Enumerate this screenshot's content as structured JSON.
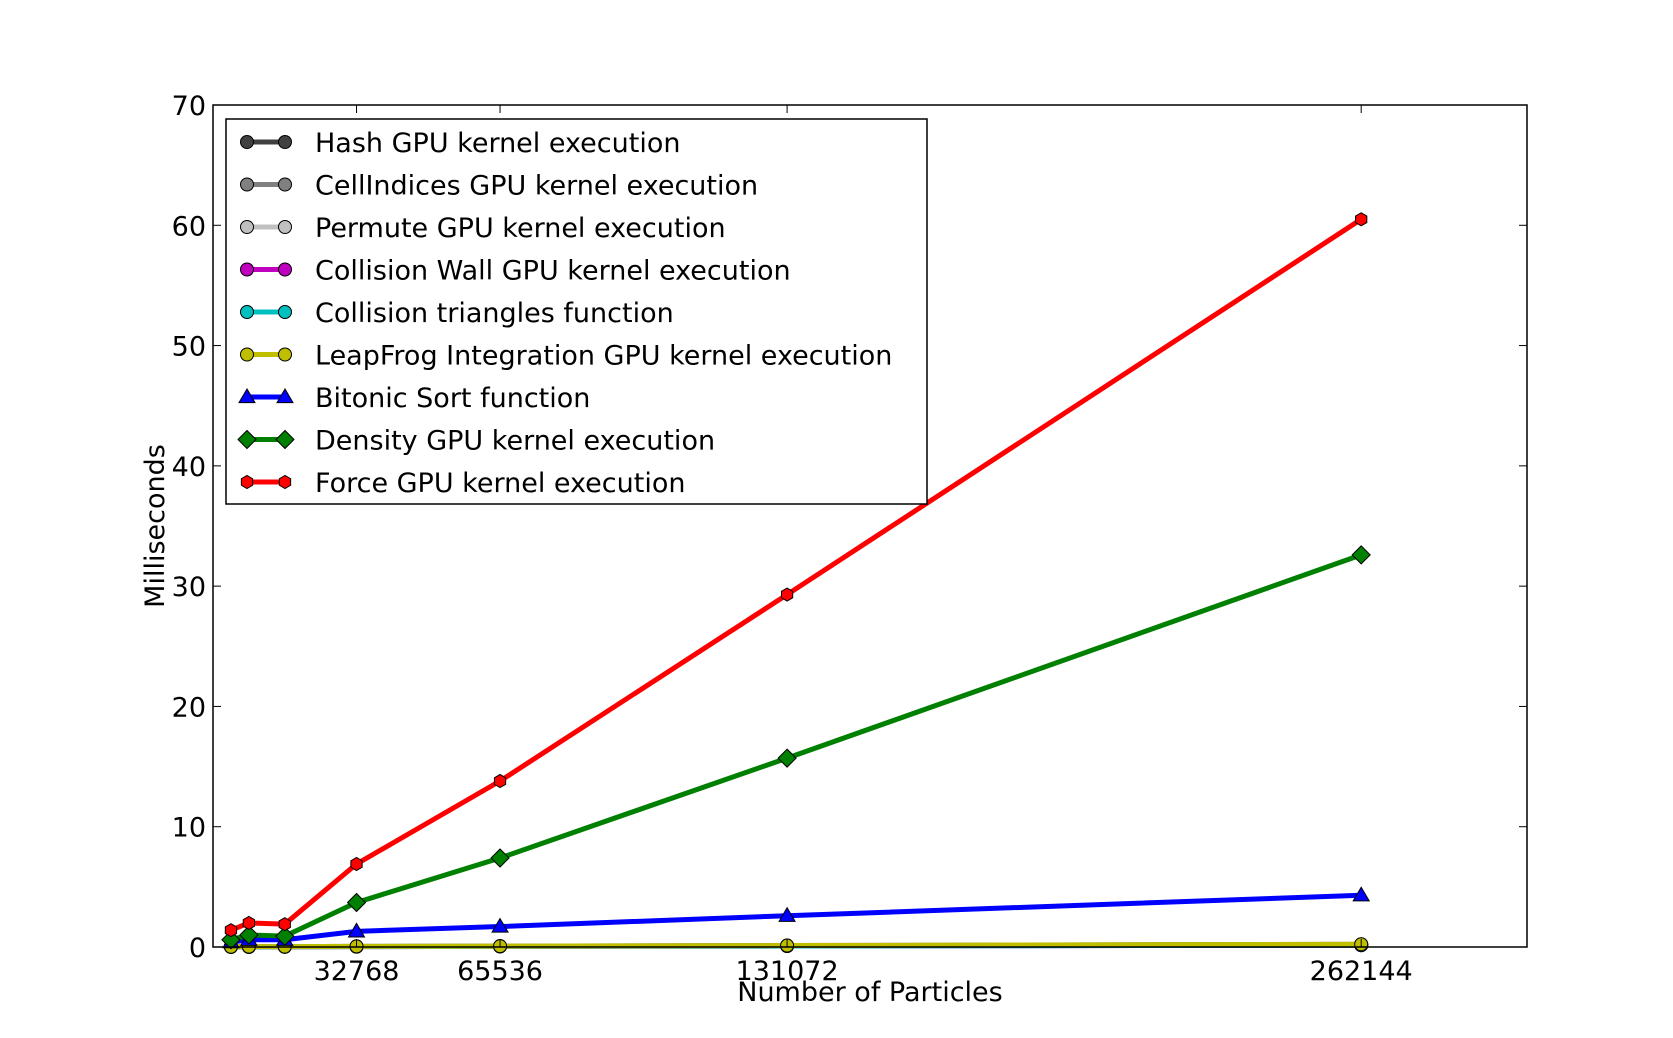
{
  "chart_data": {
    "type": "line",
    "xlabel": "Number of Particles",
    "ylabel": "Milliseconds",
    "xlim": [
      0,
      300000
    ],
    "ylim": [
      0,
      70
    ],
    "grid": false,
    "legend_position": "top-left",
    "x_ticks": [
      32768,
      65536,
      131072,
      262144
    ],
    "y_ticks": [
      0,
      10,
      20,
      30,
      40,
      50,
      60,
      70
    ],
    "x": [
      4096,
      8192,
      16384,
      32768,
      65536,
      131072,
      262144
    ],
    "series": [
      {
        "name": "Hash GPU kernel execution",
        "color": "#404040",
        "marker": "circle",
        "values": [
          0.02,
          0.03,
          0.03,
          0.05,
          0.07,
          0.12,
          0.22
        ]
      },
      {
        "name": "CellIndices GPU kernel execution",
        "color": "#808080",
        "marker": "circle",
        "values": [
          0.02,
          0.02,
          0.03,
          0.04,
          0.06,
          0.1,
          0.18
        ]
      },
      {
        "name": "Permute GPU kernel execution",
        "color": "#c0c0c0",
        "marker": "circle",
        "values": [
          0.02,
          0.02,
          0.03,
          0.04,
          0.06,
          0.1,
          0.2
        ]
      },
      {
        "name": "Collision Wall GPU kernel execution",
        "color": "#bf00bf",
        "marker": "circle",
        "values": [
          0.01,
          0.01,
          0.02,
          0.03,
          0.05,
          0.08,
          0.15
        ]
      },
      {
        "name": "Collision triangles function",
        "color": "#00bfbf",
        "marker": "circle",
        "values": [
          0.01,
          0.01,
          0.02,
          0.03,
          0.05,
          0.08,
          0.15
        ]
      },
      {
        "name": "LeapFrog Integration GPU kernel execution",
        "color": "#bfbf00",
        "marker": "circle",
        "values": [
          0.02,
          0.03,
          0.03,
          0.05,
          0.07,
          0.12,
          0.23
        ]
      },
      {
        "name": "Bitonic Sort function",
        "color": "#0000ff",
        "marker": "triangle",
        "values": [
          0.4,
          0.6,
          0.6,
          1.3,
          1.7,
          2.6,
          4.3
        ]
      },
      {
        "name": "Density GPU kernel execution",
        "color": "#008000",
        "marker": "diamond",
        "values": [
          0.6,
          1.0,
          0.9,
          3.7,
          7.4,
          15.7,
          32.6
        ]
      },
      {
        "name": "Force GPU kernel execution",
        "color": "#ff0000",
        "marker": "hexagon",
        "values": [
          1.4,
          2.0,
          1.9,
          6.9,
          13.8,
          29.3,
          60.5
        ]
      }
    ]
  }
}
